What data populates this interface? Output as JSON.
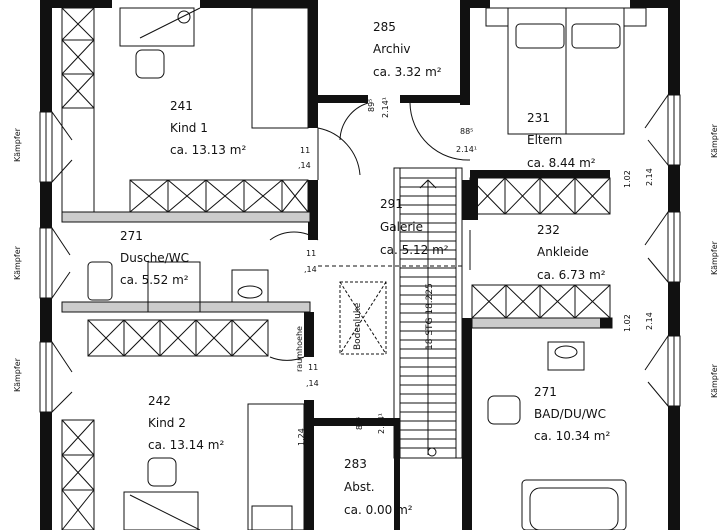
{
  "rooms": [
    {
      "id": "r241",
      "number": "241",
      "name": "Kind 1",
      "area": "ca. 13.13 m²"
    },
    {
      "id": "r285",
      "number": "285",
      "name": "Archiv",
      "area": "ca. 3.32 m²"
    },
    {
      "id": "r231",
      "number": "231",
      "name": "Eltern",
      "area": "ca. 8.44 m²"
    },
    {
      "id": "r291",
      "number": "291",
      "name": "Galerie",
      "area": "ca. 5.12 m²"
    },
    {
      "id": "r271a",
      "number": "271",
      "name": "Dusche/WC",
      "area": "ca. 5.52 m²"
    },
    {
      "id": "r232",
      "number": "232",
      "name": "Ankleide",
      "area": "ca. 6.73 m²"
    },
    {
      "id": "r242",
      "number": "242",
      "name": "Kind 2",
      "area": "ca. 13.14 m²"
    },
    {
      "id": "r271b",
      "number": "271",
      "name": "BAD/DU/WC",
      "area": "ca. 10.34 m²"
    },
    {
      "id": "r283",
      "number": "283",
      "name": "Abst.",
      "area": "ca. 0.00 m²"
    }
  ],
  "labels": {
    "kaempfer": "Kämpfer",
    "bodenluke": "Bodenluke",
    "raumhoehe": "raumhoehe",
    "stairs_spec": "18 STG 18.225"
  },
  "dims": {
    "d11": "11",
    "d114": ",14",
    "d895": "89⁵",
    "d214": "2.14¹",
    "d885": "88⁵",
    "d102": "1.02",
    "d214b": "2.14",
    "d124": "1,24"
  }
}
